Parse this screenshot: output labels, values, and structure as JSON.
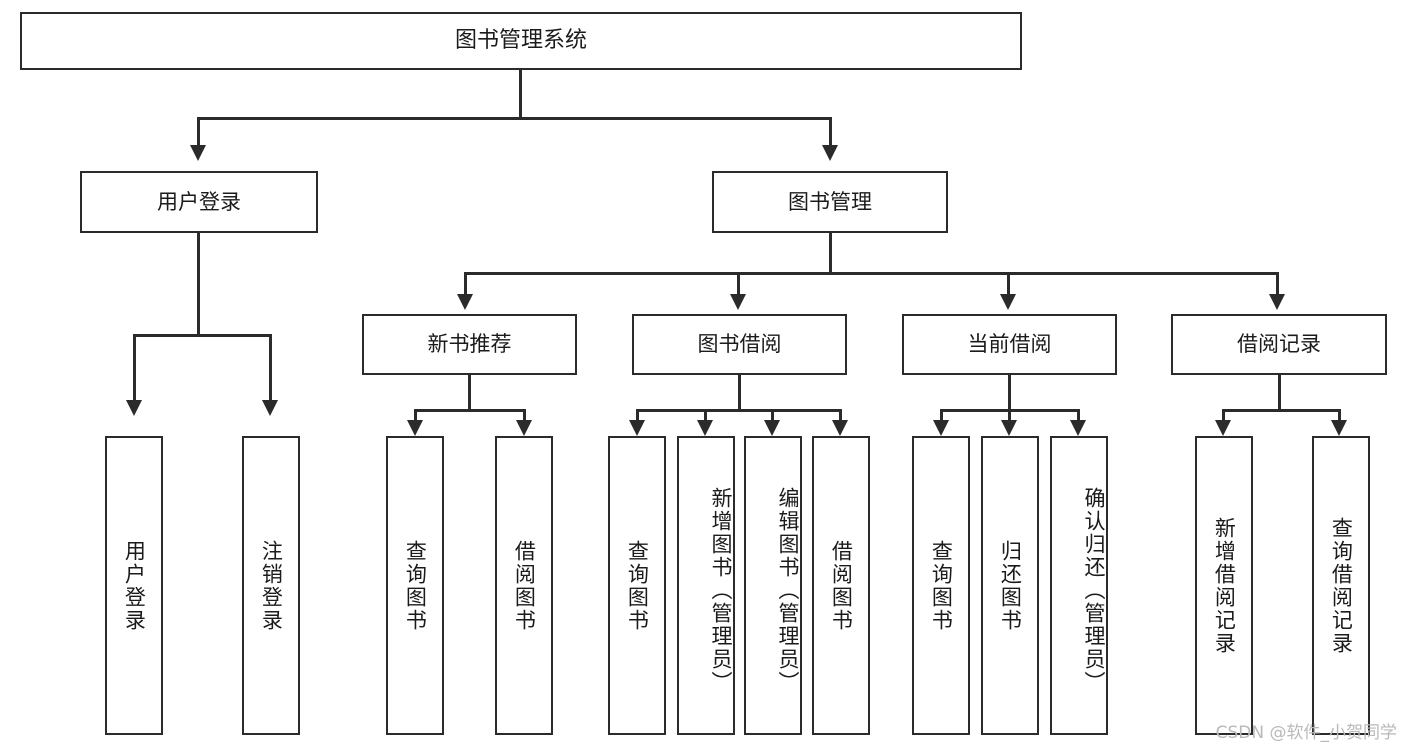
{
  "diagram": {
    "type": "tree-hierarchy",
    "title": "图书管理系统",
    "root": {
      "id": "root",
      "label": "图书管理系统",
      "orientation": "horizontal"
    },
    "level1": [
      {
        "id": "user-login",
        "label": "用户登录",
        "orientation": "horizontal"
      },
      {
        "id": "book-management",
        "label": "图书管理",
        "orientation": "horizontal"
      }
    ],
    "level2": [
      {
        "id": "new-book-recommend",
        "label": "新书推荐",
        "parent": "book-management",
        "orientation": "horizontal"
      },
      {
        "id": "book-borrow",
        "label": "图书借阅",
        "parent": "book-management",
        "orientation": "horizontal"
      },
      {
        "id": "current-borrow",
        "label": "当前借阅",
        "parent": "book-management",
        "orientation": "horizontal"
      },
      {
        "id": "borrow-record",
        "label": "借阅记录",
        "parent": "book-management",
        "orientation": "horizontal"
      }
    ],
    "leaves": [
      {
        "id": "leaf-user-login",
        "label": "用户登录",
        "parent": "user-login",
        "orientation": "vertical"
      },
      {
        "id": "leaf-logout-login",
        "label": "注销登录",
        "parent": "user-login",
        "orientation": "vertical"
      },
      {
        "id": "leaf-query-book-1",
        "label": "查询图书",
        "parent": "new-book-recommend",
        "orientation": "vertical"
      },
      {
        "id": "leaf-borrow-book-1",
        "label": "借阅图书",
        "parent": "new-book-recommend",
        "orientation": "vertical"
      },
      {
        "id": "leaf-query-book-2",
        "label": "查询图书",
        "parent": "book-borrow",
        "orientation": "vertical"
      },
      {
        "id": "leaf-add-book",
        "label": "新增图书（管理员）",
        "parent": "book-borrow",
        "orientation": "vertical"
      },
      {
        "id": "leaf-edit-book",
        "label": "编辑图书（管理员）",
        "parent": "book-borrow",
        "orientation": "vertical"
      },
      {
        "id": "leaf-borrow-book-2",
        "label": "借阅图书",
        "parent": "book-borrow",
        "orientation": "vertical"
      },
      {
        "id": "leaf-query-book-3",
        "label": "查询图书",
        "parent": "current-borrow",
        "orientation": "vertical"
      },
      {
        "id": "leaf-return-book",
        "label": "归还图书",
        "parent": "current-borrow",
        "orientation": "vertical"
      },
      {
        "id": "leaf-confirm-return",
        "label": "确认归还（管理员）",
        "parent": "current-borrow",
        "orientation": "vertical"
      },
      {
        "id": "leaf-add-record",
        "label": "新增借阅记录",
        "parent": "borrow-record",
        "orientation": "vertical"
      },
      {
        "id": "leaf-query-record",
        "label": "查询借阅记录",
        "parent": "borrow-record",
        "orientation": "vertical"
      }
    ],
    "colors": {
      "stroke": "#2b2b2b",
      "fill": "#ffffff",
      "text": "#1b1b1b",
      "watermark": "#b9b9b9"
    }
  },
  "watermark": {
    "text": "CSDN @软件_小贺同学"
  }
}
